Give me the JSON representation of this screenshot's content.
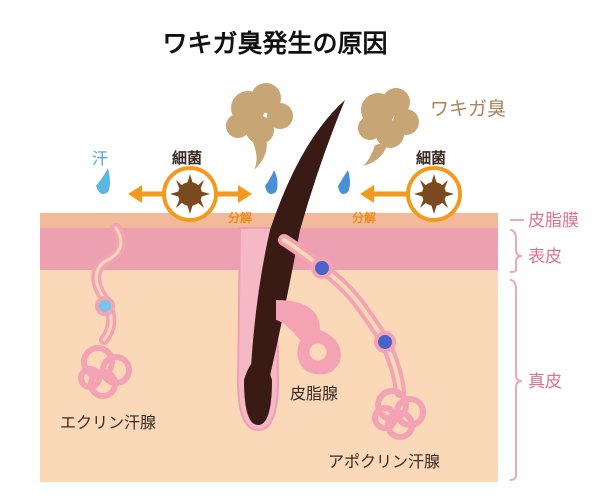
{
  "diagram": {
    "title": "ワキガ臭発生の原因",
    "labels": {
      "odor": "ワキガ臭",
      "sweat": "汗",
      "bacteria_left": "細菌",
      "bacteria_right": "細菌",
      "decompose_left": "分解",
      "decompose_right": "分解",
      "sebum_film": "皮脂膜",
      "epidermis": "表皮",
      "dermis": "真皮",
      "sebaceous_gland": "皮脂腺",
      "eccrine_gland": "エクリン汗腺",
      "apocrine_gland": "アポクリン汗腺"
    },
    "colors": {
      "sebum_film": "#f2b99a",
      "epidermis": "#eda0b0",
      "dermis": "#fbd8b8",
      "hair": "#3a1a14",
      "follicle": "#f7b8c6",
      "gland_tube": "#f4a3b4",
      "odor_cloud": "#c8a574",
      "sweat_drop": "#5cb6e4",
      "apocrine_dot": "#4a63c8",
      "eccrine_dot": "#74c6ec",
      "bacteria_ring": "#f39a1e",
      "arrow": "#f39a1e",
      "bracket": "#eea7b6"
    }
  }
}
